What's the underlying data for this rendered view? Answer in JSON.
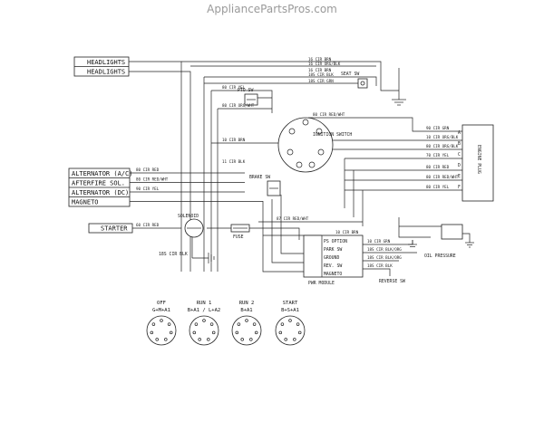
{
  "watermark": "AppliancePartsPros.com",
  "left_boxes": {
    "headlights_1": "HEADLIGHTS",
    "headlights_2": "HEADLIGHTS",
    "alternator_ac": "ALTERNATOR (A/C)",
    "afterfire_sol": "AFTERFIRE SOL.",
    "alternator_dc": "ALTERNATOR (DC)",
    "magneto": "MAGNETO",
    "starter": "STARTER"
  },
  "connector_right": "ENGINE PLUG",
  "switch_states": [
    {
      "title": "OFF",
      "state": "G+M+A1"
    },
    {
      "title": "RUN 1",
      "state": "B+A1 / L+A2"
    },
    {
      "title": "RUN 2",
      "state": "B+A1"
    },
    {
      "title": "START",
      "state": "B+S+A1"
    }
  ],
  "wire_labels": [
    "16 CIR BRN",
    "16 CIR ORG/BLK",
    "16 CIR BRN",
    "18S CIR BLK",
    "80 CIR YEL",
    "18S CIR GRN",
    "80 CIR ORG/WHT",
    "80 CIR RED/WHT",
    "10 CIR BRN",
    "90 CIR GRN",
    "10 CIR ORG/BLK",
    "80 CIR ORG/BLK",
    "70 CIR YEL",
    "80 CIR RED",
    "80 CIR RED/WHT",
    "80 CIR YEL",
    "11 CIR BLK",
    "80 CIR RED",
    "80 CIR RED/WHT",
    "60 CIR RED",
    "87 CIR RED/WHT",
    "90 CIR YEL",
    "10 CIR BRN",
    "18S CIR BLK/ORG",
    "18S CIR BLK/ORG",
    "10 CIR GRN",
    "18S CIR BLK"
  ],
  "component_labels": {
    "seat_sw": "SEAT SW",
    "pto_sw": "PTO SW",
    "ign_sw": "IGNITION SWITCH",
    "brake_sw": "BRAKE SW",
    "solenoid": "SOLENOID",
    "fuse": "FUSE",
    "oil_pressure": "OIL PRESSURE",
    "module": "PWR MODULE",
    "reverse_sw": "REVERSE SW",
    "ground": "18S CIR BLK"
  },
  "module_pins": [
    "PS OPTION",
    "PARK SW",
    "GROUND",
    "REV. SW",
    "MAGNETO"
  ]
}
